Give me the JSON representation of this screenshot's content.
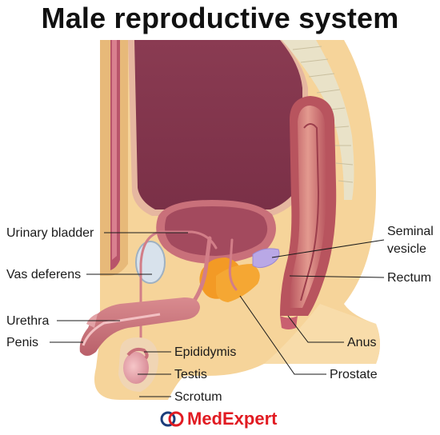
{
  "title": "Male reproductive system",
  "labels": {
    "urinary_bladder": "Urinary bladder",
    "vas_deferens": "Vas deferens",
    "urethra": "Urethra",
    "penis": "Penis",
    "epididymis": "Epididymis",
    "testis": "Testis",
    "scrotum": "Scrotum",
    "seminal_vesicle_line1": "Seminal",
    "seminal_vesicle_line2": "vesicle",
    "rectum": "Rectum",
    "anus": "Anus",
    "prostate": "Prostate"
  },
  "logo": {
    "text": "MedExpert",
    "mark_icon": "medexpert-logo-icon",
    "brand_color": "#e11b22",
    "mark_color": "#1c3d7a"
  },
  "colors": {
    "skin": "#f6d49a",
    "skin_dark": "#e7b979",
    "bladder": "#8e3f55",
    "muscle": "#c9707a",
    "prostate": "#f39a25",
    "seminal_vesicle": "#b9a8e6",
    "spine": "#e9e2c8"
  }
}
